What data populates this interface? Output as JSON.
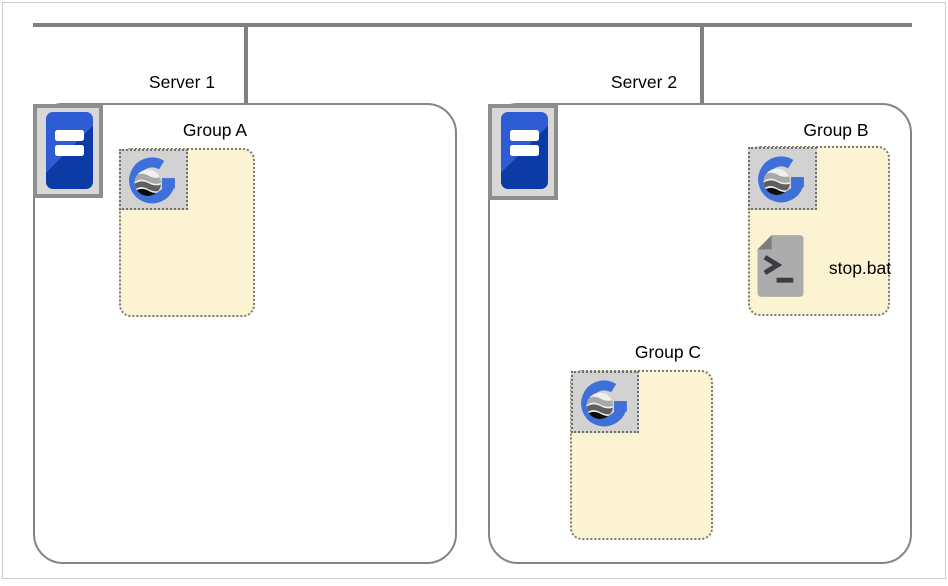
{
  "servers": [
    {
      "label": "Server 1",
      "icon": "server-tower-icon",
      "groups": [
        {
          "label": "Group A",
          "app_icon": "g-globe-logo-icon",
          "items": []
        }
      ]
    },
    {
      "label": "Server 2",
      "icon": "server-tower-icon",
      "groups": [
        {
          "label": "Group B",
          "app_icon": "g-globe-logo-icon",
          "items": [
            {
              "label": "stop.bat",
              "icon": "script-file-icon"
            }
          ]
        },
        {
          "label": "Group C",
          "app_icon": "g-globe-logo-icon",
          "items": []
        }
      ]
    }
  ],
  "colors": {
    "network_line": "#808080",
    "server_box_border": "#858585",
    "group_fill": "#fcf3d3",
    "group_border": "#7a7a7a",
    "app_tile_fill": "#d2d2d2",
    "server_tile_fill": "#d8d8d8",
    "tower_blue_light": "#2d5cd5",
    "tower_blue_dark": "#0d3ba5",
    "logo_blue": "#3f6fd8",
    "script_body": "#acacac",
    "script_fold": "#7e7e7e"
  }
}
